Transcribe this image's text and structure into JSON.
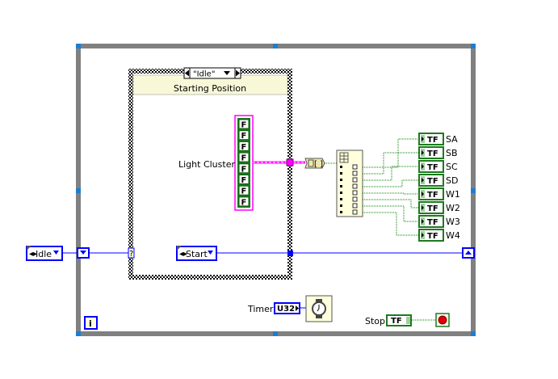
{
  "case_structure": {
    "selector_value": "\"Idle\"",
    "header_label": "Starting Position"
  },
  "light_cluster": {
    "label": "Light Cluster",
    "elements": [
      "F",
      "F",
      "F",
      "F",
      "F",
      "F",
      "F",
      "F"
    ]
  },
  "indicators": [
    {
      "label": "SA",
      "glyph": "TF"
    },
    {
      "label": "SB",
      "glyph": "TF"
    },
    {
      "label": "SC",
      "glyph": "TF"
    },
    {
      "label": "SD",
      "glyph": "TF"
    },
    {
      "label": "W1",
      "glyph": "TF"
    },
    {
      "label": "W2",
      "glyph": "TF"
    },
    {
      "label": "W3",
      "glyph": "TF"
    },
    {
      "label": "W4",
      "glyph": "TF"
    }
  ],
  "enum_constants": {
    "initial": "Idle",
    "next": "Start"
  },
  "case_selector_terminal": "?",
  "timer": {
    "label": "Timer",
    "type": "U32"
  },
  "stop": {
    "label": "Stop",
    "glyph": "TF"
  },
  "iteration_terminal": "i",
  "colors": {
    "loop_frame": "#808080",
    "enum_wire": "#0000ff",
    "boolean_wire": "#008000",
    "cluster_wire": "#ff00ff",
    "node_fill": "#ffffdd",
    "case_header": "#f8f8d8"
  }
}
